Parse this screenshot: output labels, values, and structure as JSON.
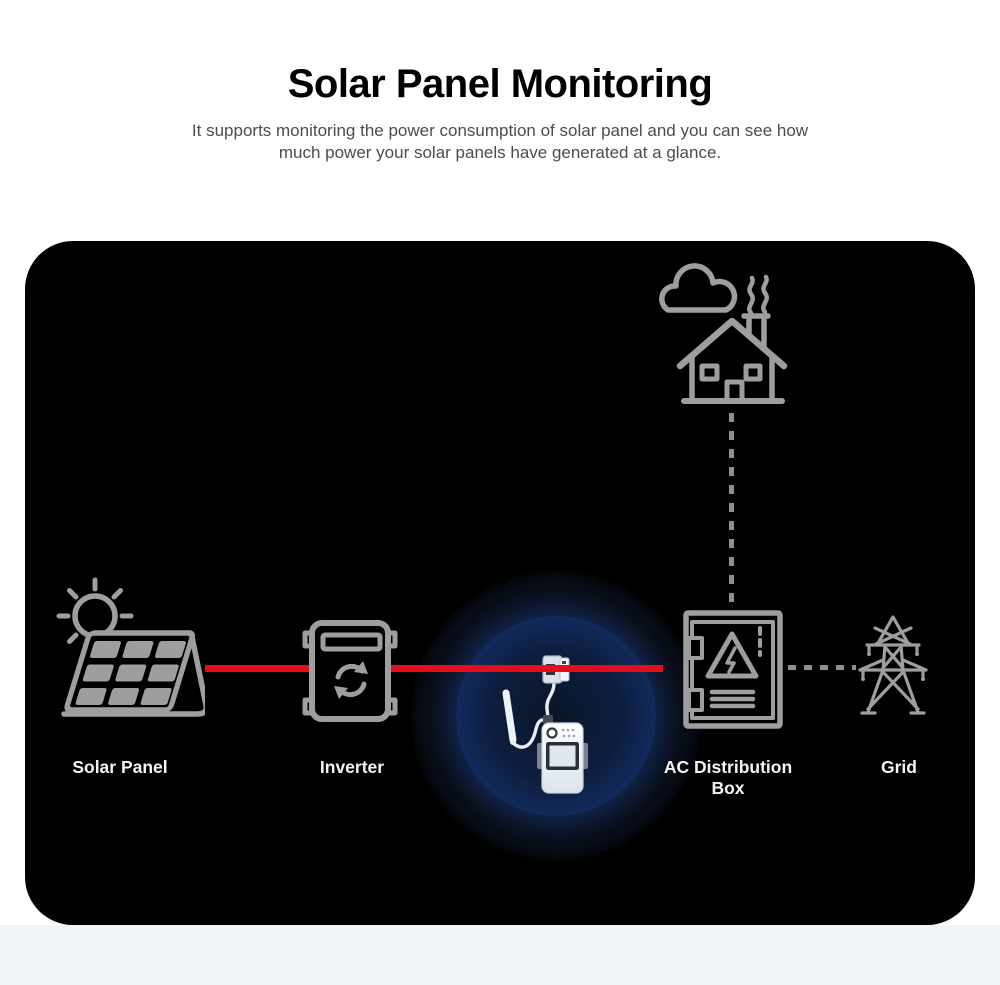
{
  "page": {
    "title": "Solar Panel Monitoring",
    "subtitle": "It supports monitoring the power consumption of solar panel and you can see how much power your solar panels have generated at a glance."
  },
  "diagram": {
    "labels": {
      "solar_panel": "Solar Panel",
      "inverter": "Inverter",
      "ac_distribution_box": "AC Distribution Box",
      "grid": "Grid"
    },
    "icons": {
      "sun_solar_panel": "sun-solar-panel-icon",
      "inverter": "inverter-icon",
      "power_meter_device": "power-meter-device-icon",
      "ct_clamp": "ct-clamp-icon",
      "antenna": "antenna-icon",
      "ac_distribution_box": "ac-distribution-box-icon",
      "grid_tower": "transmission-tower-icon",
      "house": "house-icon",
      "cloud": "cloud-icon",
      "smoke": "chimney-smoke-icon"
    }
  },
  "colors": {
    "page-bg": "#ffffff",
    "footer-bg": "#f0f3f7",
    "panel-bg": "#000000",
    "icon-stroke": "#9e9e9e",
    "connector-gray": "#8f8f8f",
    "power-line-red": "#e30d1c",
    "glow-ring-blue": "#2a53d0",
    "title-text": "#000000",
    "subtitle-text": "#4c4c4c",
    "label-text": "#f4f4f4"
  }
}
